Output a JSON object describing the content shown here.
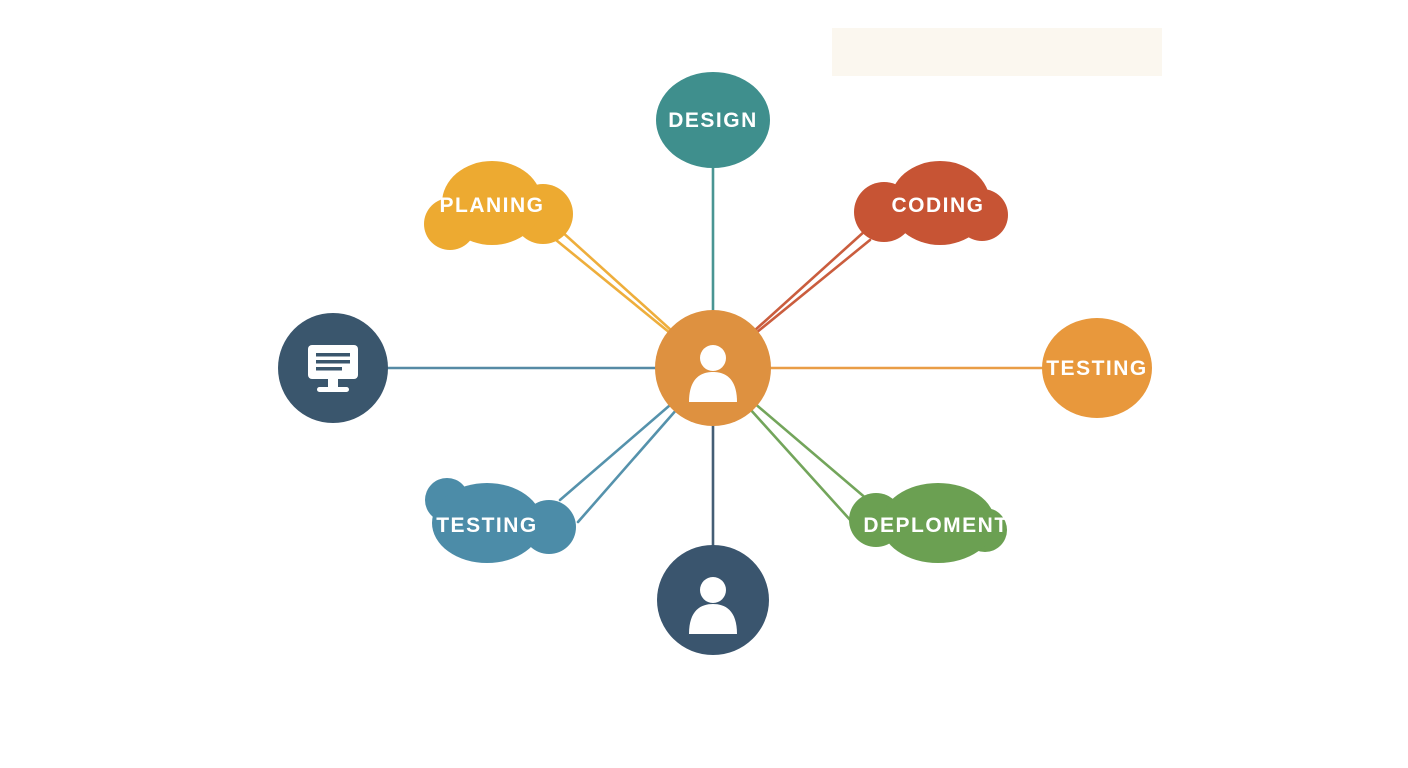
{
  "diagram": {
    "background_color": "#ffffff",
    "artifact_color": "#F7F0E2",
    "label_text_color": "#ffffff",
    "center_node": {
      "icon": "person-icon",
      "color": "#DE9140"
    },
    "nodes": {
      "design": {
        "label": "DESIGN",
        "color": "#3F8F8D"
      },
      "planning": {
        "label": "PLANING",
        "color": "#EDAA31"
      },
      "coding": {
        "label": "CODING",
        "color": "#C75434"
      },
      "workstation": {
        "icon": "monitor-icon",
        "color": "#3A566D"
      },
      "testing_right": {
        "label": "TESTING",
        "color": "#E8983C"
      },
      "testing_left": {
        "label": "TESTING",
        "color": "#4C8CA8"
      },
      "deployment": {
        "label": "DEPLOMENT",
        "color": "#6BA052"
      },
      "team_member": {
        "icon": "person-icon",
        "color": "#3A556E"
      }
    },
    "connectors": {
      "design": "#3F8F8D",
      "planning": "#EDAA31",
      "coding": "#C75434",
      "workstation": "#4D84A0",
      "testing_right": "#E8983C",
      "testing_left": "#4C8CA8",
      "deployment": "#6BA052",
      "team_member": "#3A556E"
    }
  }
}
